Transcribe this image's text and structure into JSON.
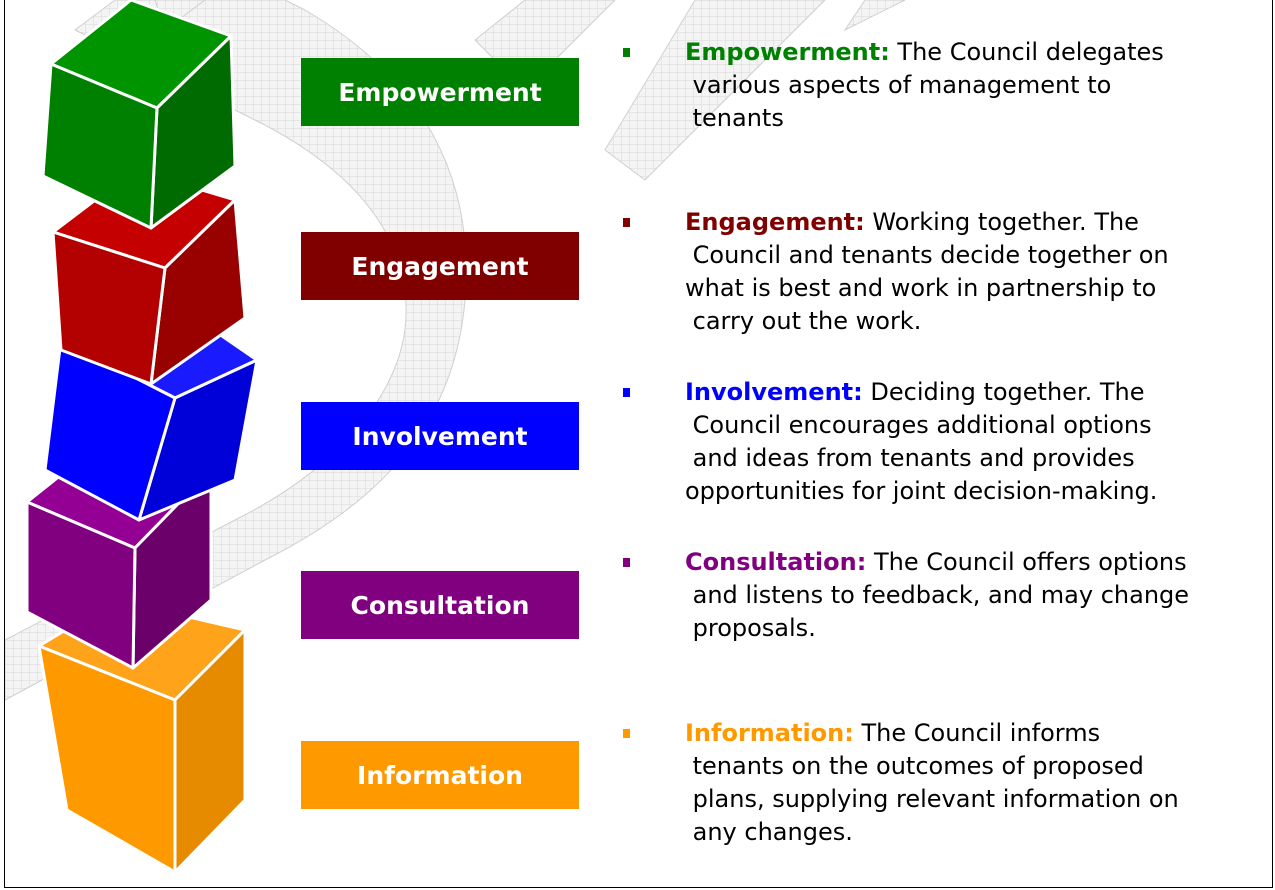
{
  "levels": [
    {
      "name": "Empowerment",
      "color": "#008000",
      "description_lines": [
        "The Council delegates",
        " various aspects of management to",
        " tenants"
      ],
      "term": "Empowerment:"
    },
    {
      "name": "Engagement",
      "color": "#800000",
      "description_lines": [
        "Working together. The",
        " Council and tenants decide together on",
        "what is best and work in partnership to",
        " carry out the work."
      ],
      "term": "Engagement:"
    },
    {
      "name": "Involvement",
      "color": "#0000ff",
      "description_lines": [
        "Deciding together. The",
        " Council encourages additional options",
        " and ideas from tenants and provides",
        "opportunities for joint decision-making."
      ],
      "term": "Involvement:"
    },
    {
      "name": "Consultation",
      "color": "#800080",
      "description_lines": [
        "The Council offers options",
        " and listens to feedback, and may change",
        " proposals."
      ],
      "term": "Consultation:"
    },
    {
      "name": "Information",
      "color": "#ff9900",
      "description_lines": [
        "The Council informs",
        " tenants on the outcomes of proposed",
        " plans, supplying relevant information on",
        " any changes."
      ],
      "term": "Information:"
    }
  ],
  "cube_colors": {
    "green": {
      "front": "#008000",
      "side": "#006b00",
      "top": "#009400"
    },
    "red": {
      "front": "#b30000",
      "side": "#990000",
      "top": "#c40000"
    },
    "blue": {
      "front": "#0000ff",
      "side": "#0000d9",
      "top": "#1a1aff"
    },
    "purple": {
      "front": "#800080",
      "side": "#6b006b",
      "top": "#940094"
    },
    "orange": {
      "front": "#ff9900",
      "side": "#e68a00",
      "top": "#ffa31a"
    }
  }
}
